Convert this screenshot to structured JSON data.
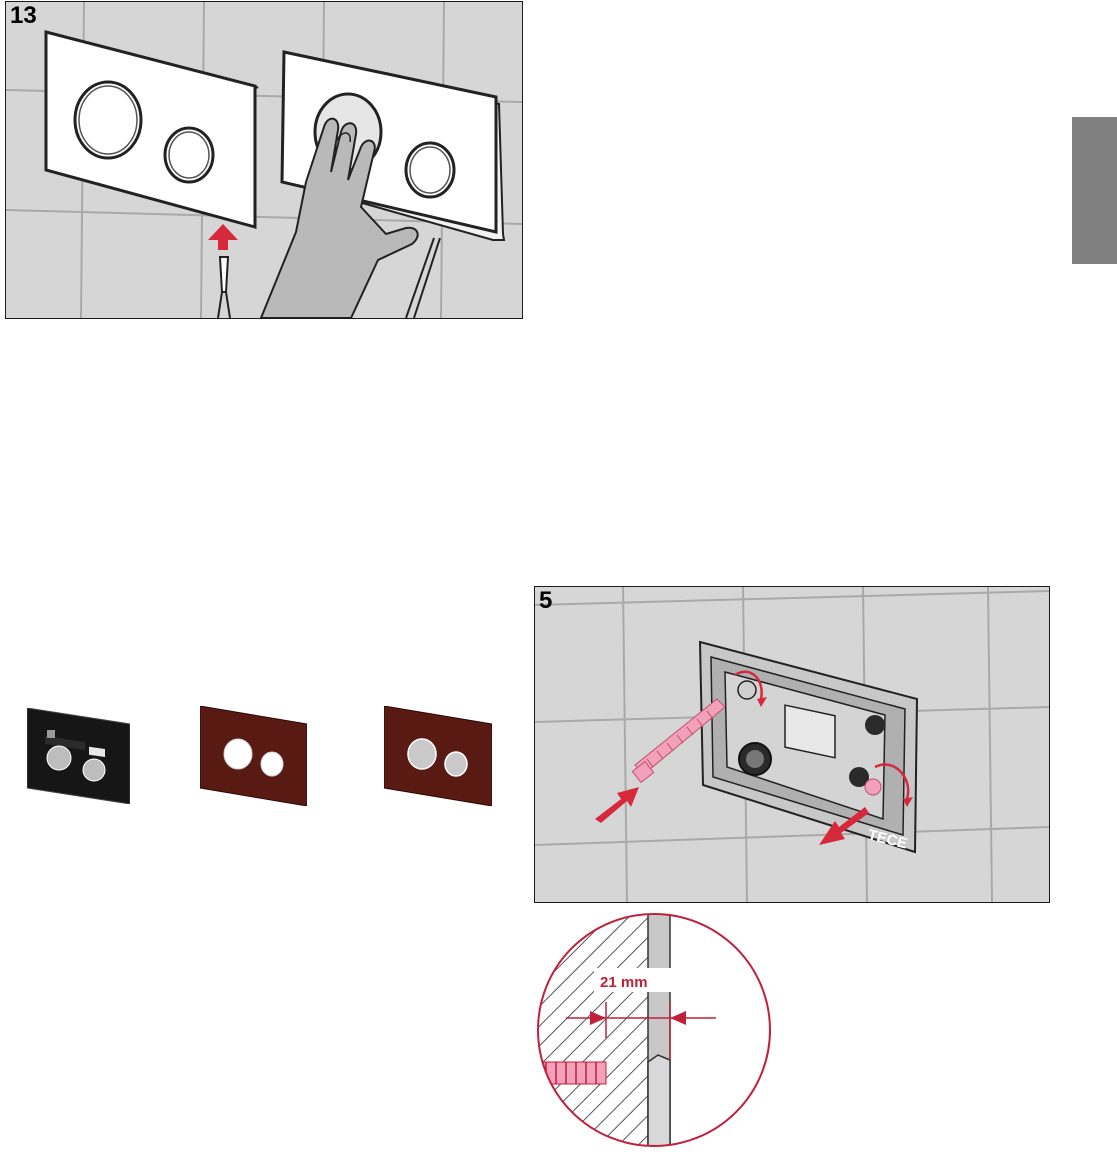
{
  "page": {
    "side_tab_color": "#808080"
  },
  "figure_13": {
    "step_number": "13"
  },
  "cover_plates": {
    "items": [
      {
        "name": "black-glass-plate",
        "color": "#161616"
      },
      {
        "name": "wood-plate-white-buttons",
        "color": "#5a1a14"
      },
      {
        "name": "wood-plate-chrome-buttons",
        "color": "#5a1a14"
      }
    ]
  },
  "figure_5": {
    "step_number": "5",
    "brand_label": "TECE",
    "arrow_color": "#d62a3c",
    "screw_color": "#f3a0bd"
  },
  "detail": {
    "dimension_label": "21 mm",
    "accent_color": "#c0203a"
  }
}
